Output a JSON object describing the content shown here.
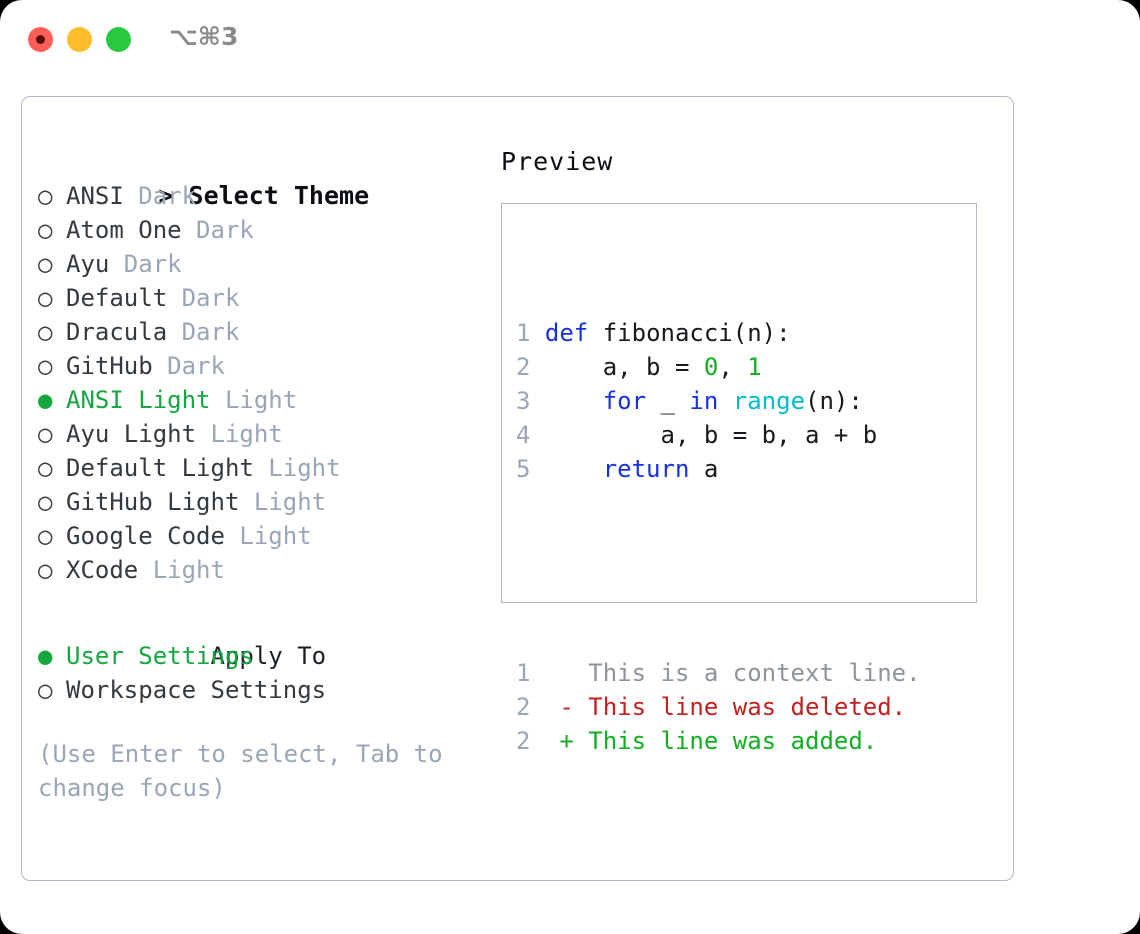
{
  "window": {
    "shortcut": "⌥⌘3",
    "traffic_lights": {
      "close": "close-button",
      "minimize": "minimize-button",
      "maximize": "maximize-button"
    },
    "colors": {
      "close": "#ff5f57",
      "minimize": "#ffbd2e",
      "maximize": "#28c840",
      "accent_green": "#16a640",
      "muted_gray": "#9aa5b7",
      "border": "#aeb8c6"
    }
  },
  "theme_list": {
    "heading": "> Select Theme",
    "marker_selected": "●",
    "marker_unselected": "○",
    "items": [
      {
        "name": "ANSI",
        "variant": "Dark",
        "selected": false
      },
      {
        "name": "Atom One",
        "variant": "Dark",
        "selected": false
      },
      {
        "name": "Ayu",
        "variant": "Dark",
        "selected": false
      },
      {
        "name": "Default",
        "variant": "Dark",
        "selected": false
      },
      {
        "name": "Dracula",
        "variant": "Dark",
        "selected": false
      },
      {
        "name": "GitHub",
        "variant": "Dark",
        "selected": false
      },
      {
        "name": "ANSI Light",
        "variant": "Light",
        "selected": true
      },
      {
        "name": "Ayu Light",
        "variant": "Light",
        "selected": false
      },
      {
        "name": "Default Light",
        "variant": "Light",
        "selected": false
      },
      {
        "name": "GitHub Light",
        "variant": "Light",
        "selected": false
      },
      {
        "name": "Google Code",
        "variant": "Light",
        "selected": false
      },
      {
        "name": "XCode",
        "variant": "Light",
        "selected": false
      }
    ]
  },
  "apply_to": {
    "heading": "Apply To",
    "options": [
      {
        "label": "User Settings",
        "selected": true
      },
      {
        "label": "Workspace Settings",
        "selected": false
      }
    ]
  },
  "hint": "(Use Enter to select, Tab to change focus)",
  "preview": {
    "title": "Preview",
    "code_lines": [
      {
        "num": "1",
        "tokens": [
          {
            "t": "def",
            "c": "kw"
          },
          {
            "t": " fibonacci(n):",
            "c": "plain"
          }
        ]
      },
      {
        "num": "2",
        "tokens": [
          {
            "t": "    a, b = ",
            "c": "plain"
          },
          {
            "t": "0",
            "c": "num"
          },
          {
            "t": ", ",
            "c": "plain"
          },
          {
            "t": "1",
            "c": "num"
          }
        ]
      },
      {
        "num": "3",
        "tokens": [
          {
            "t": "    ",
            "c": "plain"
          },
          {
            "t": "for",
            "c": "kw"
          },
          {
            "t": " _ ",
            "c": "plain"
          },
          {
            "t": "in",
            "c": "kw"
          },
          {
            "t": " ",
            "c": "plain"
          },
          {
            "t": "range",
            "c": "fn"
          },
          {
            "t": "(n):",
            "c": "plain"
          }
        ]
      },
      {
        "num": "4",
        "tokens": [
          {
            "t": "        a, b = b, a + b",
            "c": "plain"
          }
        ]
      },
      {
        "num": "5",
        "tokens": [
          {
            "t": "    ",
            "c": "plain"
          },
          {
            "t": "return",
            "c": "kw"
          },
          {
            "t": " a",
            "c": "plain"
          }
        ]
      }
    ],
    "diff_lines": [
      {
        "num": "1",
        "sign": " ",
        "text": "This is a context line.",
        "kind": "d-ctx"
      },
      {
        "num": "2",
        "sign": "-",
        "text": "This line was deleted.",
        "kind": "d-del"
      },
      {
        "num": "2",
        "sign": "+",
        "text": "This line was added.",
        "kind": "d-add"
      }
    ]
  }
}
